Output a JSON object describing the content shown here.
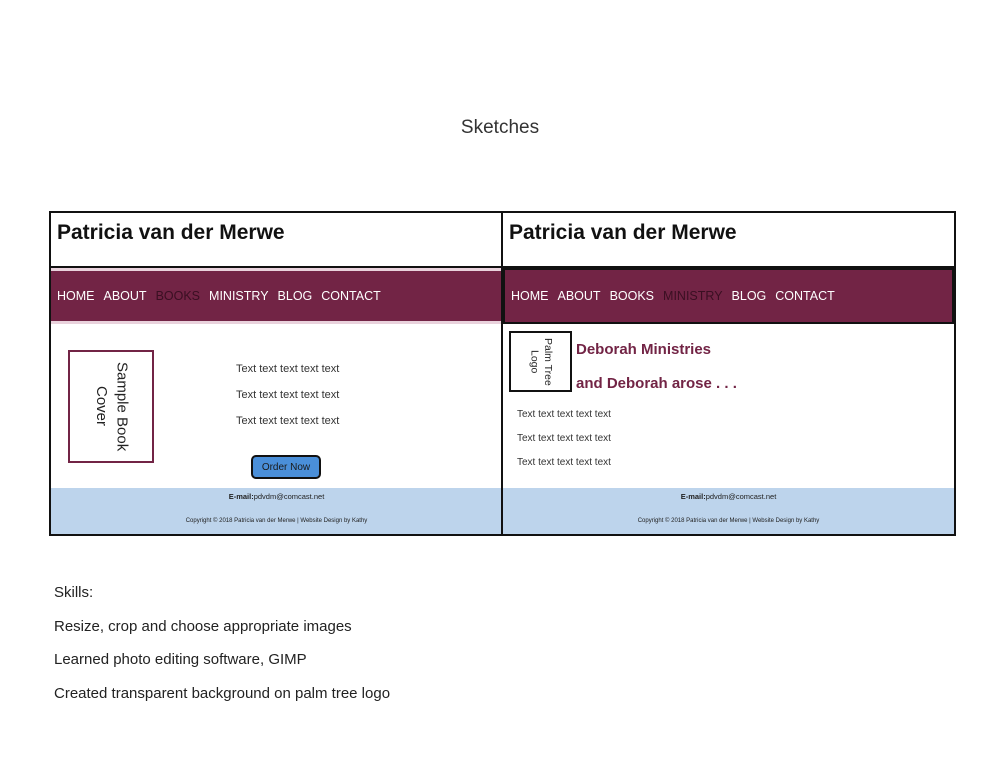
{
  "page": {
    "title": "Sketches"
  },
  "sketch_books": {
    "site_title": "Patricia van der Merwe",
    "nav": [
      "HOME",
      "ABOUT",
      "BOOKS",
      "MINISTRY",
      "BLOG",
      "CONTACT"
    ],
    "active_nav": "BOOKS",
    "book_cover_label": "Sample Book Cover",
    "text_lines": [
      "Text text text text text",
      "Text text text text text",
      "Text text text text text"
    ],
    "order_button": "Order Now",
    "footer": {
      "email_label": "E-mail:",
      "email": "pdvdm@comcast.net",
      "copyright": "Copyright © 2018 Patricia van der Merwe | Website Design by Kathy"
    }
  },
  "sketch_ministry": {
    "site_title": "Patricia van der Merwe",
    "nav": [
      "HOME",
      "ABOUT",
      "BOOKS",
      "MINISTRY",
      "BLOG",
      "CONTACT"
    ],
    "active_nav": "MINISTRY",
    "logo_label": "Palm Tree Logo",
    "heading": "Deborah Ministries",
    "subheading": "and Deborah arose . . .",
    "text_lines": [
      "Text text text text text",
      "Text text text text text",
      "Text text text text text"
    ],
    "footer": {
      "email_label": "E-mail:",
      "email": "pdvdm@comcast.net",
      "copyright": "Copyright © 2018 Patricia van der Merwe | Website Design by Kathy"
    }
  },
  "skills": {
    "heading": "Skills:",
    "items": [
      "Resize, crop and choose appropriate images",
      "Learned photo editing software, GIMP",
      "Created transparent background on palm tree logo"
    ]
  },
  "colors": {
    "brand": "#722445",
    "footer_bg": "#bdd4ec",
    "button": "#4a8fd9"
  }
}
